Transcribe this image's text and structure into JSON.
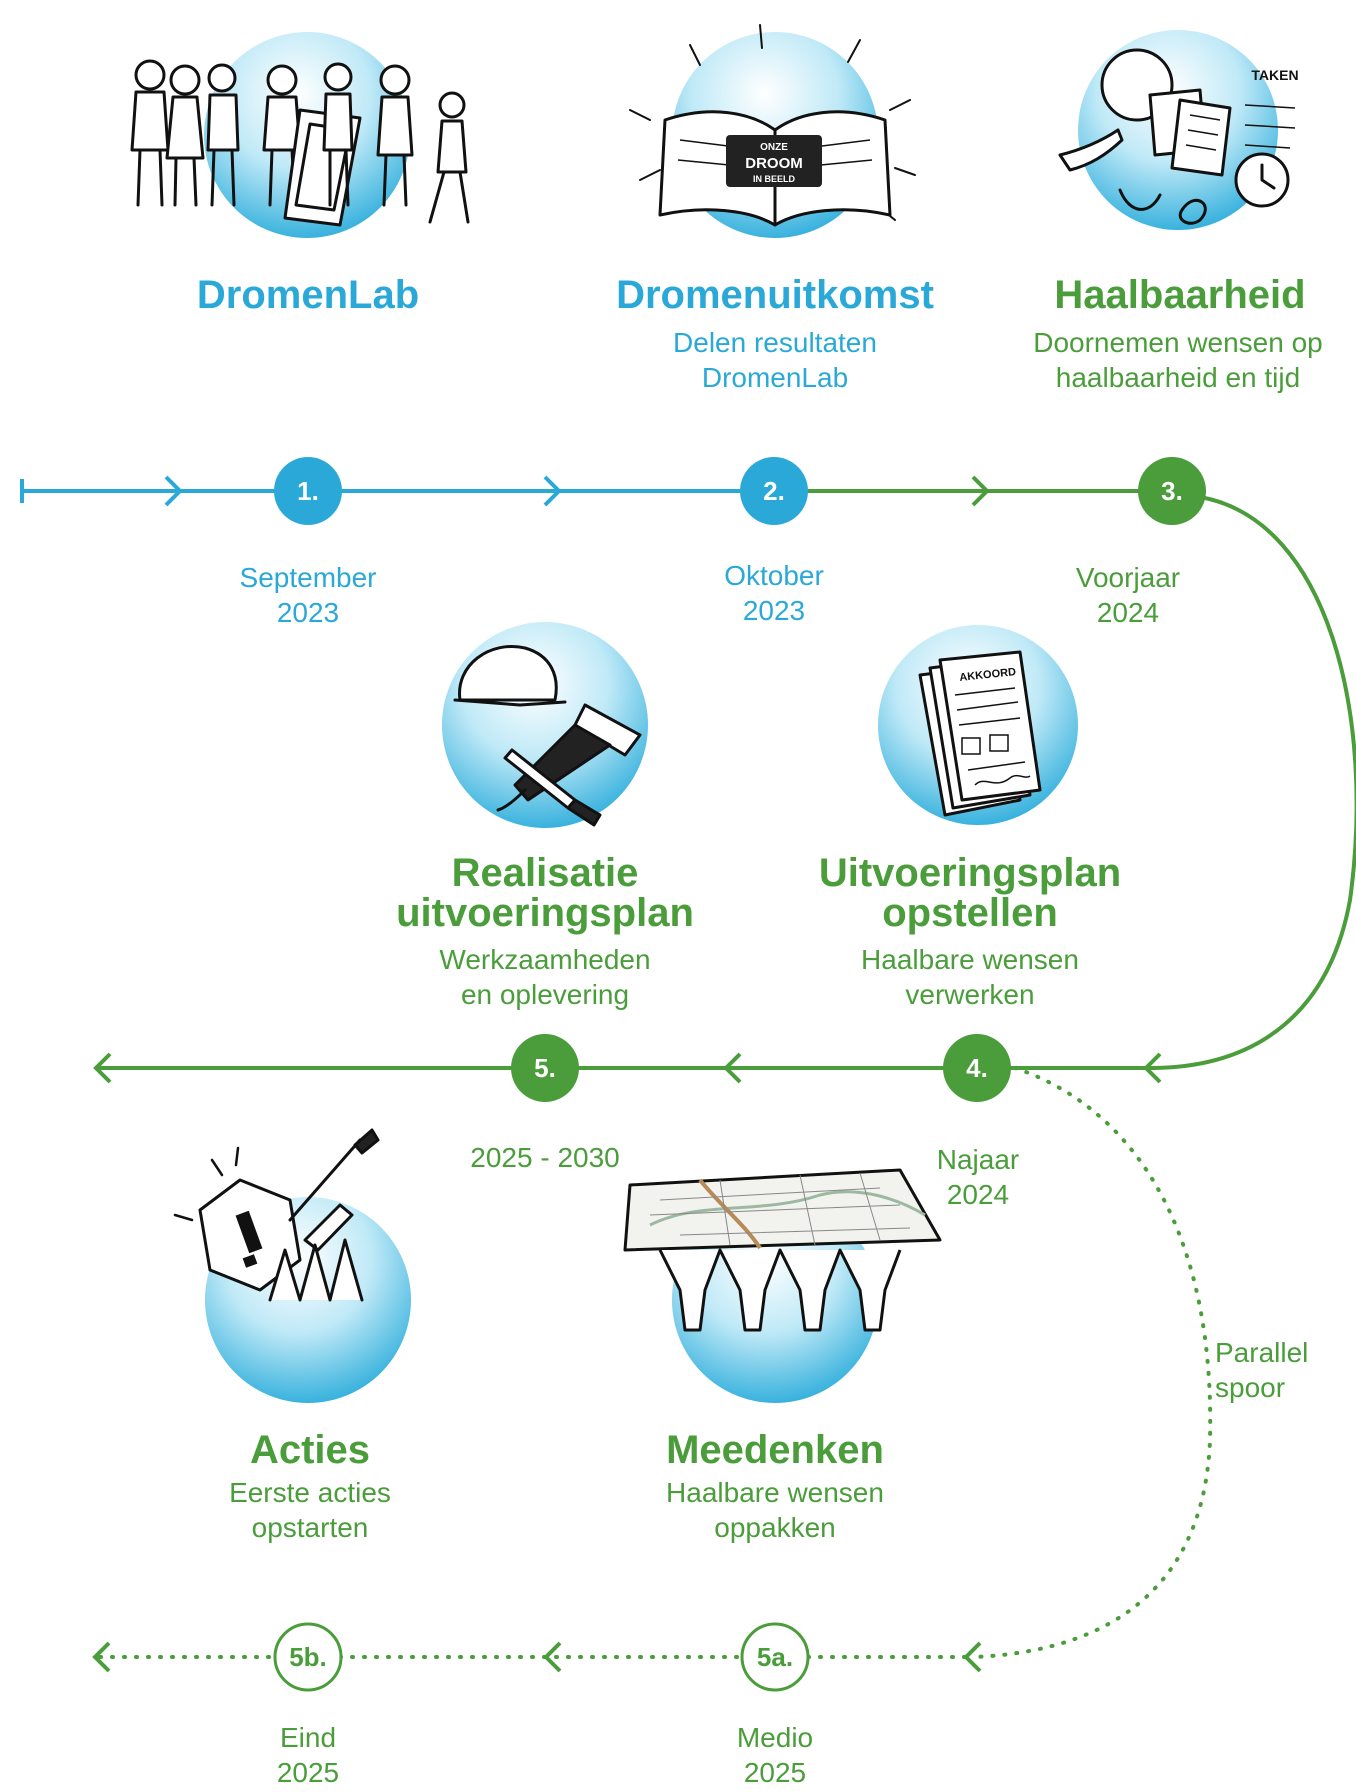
{
  "colors": {
    "blue": "#2aa9d8",
    "green": "#4a9d3a",
    "circle_light": "#e6f6fc",
    "circle_dark": "#1aa6d9"
  },
  "steps": {
    "s1": {
      "number": "1.",
      "title": "DromenLab",
      "date_line1": "September",
      "date_line2": "2023",
      "illustration": "people-with-easel-icon"
    },
    "s2": {
      "number": "2.",
      "title": "Dromenuitkomst",
      "sub_line1": "Delen resultaten",
      "sub_line2": "DromenLab",
      "date_line1": "Oktober",
      "date_line2": "2023",
      "illustration": "open-book-dream-icon",
      "book_text_1": "ONZE",
      "book_text_2": "DROOM",
      "book_text_3": "IN BEELD"
    },
    "s3": {
      "number": "3.",
      "title": "Haalbaarheid",
      "sub_line1": "Doornemen wensen op",
      "sub_line2": "haalbaarheid en tijd",
      "date_line1": "Voorjaar",
      "date_line2": "2024",
      "illustration": "planning-documents-clock-icon",
      "note_text": "TAKEN"
    },
    "s4": {
      "number": "4.",
      "title_line1": "Uitvoeringsplan",
      "title_line2": "opstellen",
      "sub_line1": "Haalbare wensen",
      "sub_line2": "verwerken",
      "date_line1": "Najaar",
      "date_line2": "2024",
      "illustration": "signed-document-icon",
      "doc_text": "AKKOORD"
    },
    "s5": {
      "number": "5.",
      "title_line1": "Realisatie",
      "title_line2": "uitvoeringsplan",
      "sub_line1": "Werkzaamheden",
      "sub_line2": "en oplevering",
      "date": "2025 - 2030",
      "illustration": "helmet-hammer-screwdriver-icon"
    },
    "s5a": {
      "number": "5a.",
      "title": "Meedenken",
      "sub_line1": "Haalbare wensen",
      "sub_line2": "oppakken",
      "date_line1": "Medio",
      "date_line2": "2025",
      "illustration": "people-holding-map-icon"
    },
    "s5b": {
      "number": "5b.",
      "title": "Acties",
      "sub_line1": "Eerste acties",
      "sub_line2": "opstarten",
      "date_line1": "Eind",
      "date_line2": "2025",
      "illustration": "people-pulling-sign-icon"
    }
  },
  "parallel": {
    "line1": "Parallel",
    "line2": "spoor"
  }
}
